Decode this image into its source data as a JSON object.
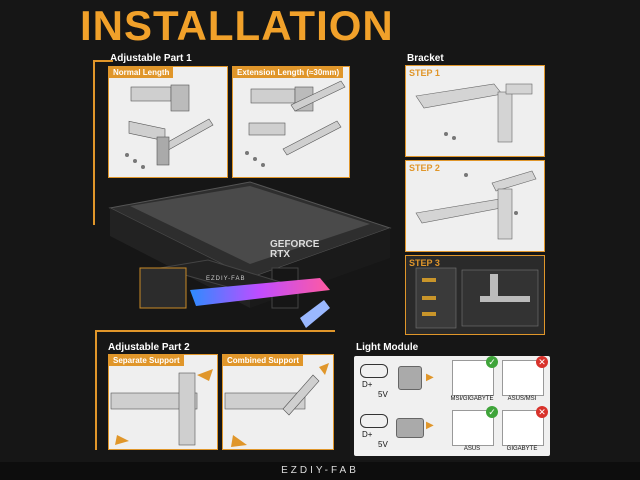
{
  "title": "INSTALLATION",
  "adjustable_part1": {
    "heading": "Adjustable Part 1",
    "normal": "Normal Length",
    "extension": "Extension Length (≈30mm)"
  },
  "bracket": {
    "heading": "Bracket",
    "steps": [
      "STEP 1",
      "STEP 2",
      "STEP 3"
    ]
  },
  "gpu": {
    "brand_line1": "GEFORCE",
    "brand_line2": "RTX",
    "logo": "EZDIY-FAB"
  },
  "adjustable_part2": {
    "heading": "Adjustable Part 2",
    "separate": "Separate Support",
    "combined": "Combined Support"
  },
  "light_module": {
    "heading": "Light Module",
    "rows": [
      {
        "pin": "D+",
        "volt": "5V",
        "good": "MSI/GIGABYTE",
        "bad": "ASUS/MSI"
      },
      {
        "pin": "D+",
        "volt": "5V",
        "good": "ASUS",
        "bad": "GIGABYTE"
      }
    ]
  },
  "footer": "EZDIY-FAB",
  "colors": {
    "accent": "#e0962a",
    "background": "#161616",
    "ok": "#3fa43a",
    "no": "#d8322b"
  }
}
